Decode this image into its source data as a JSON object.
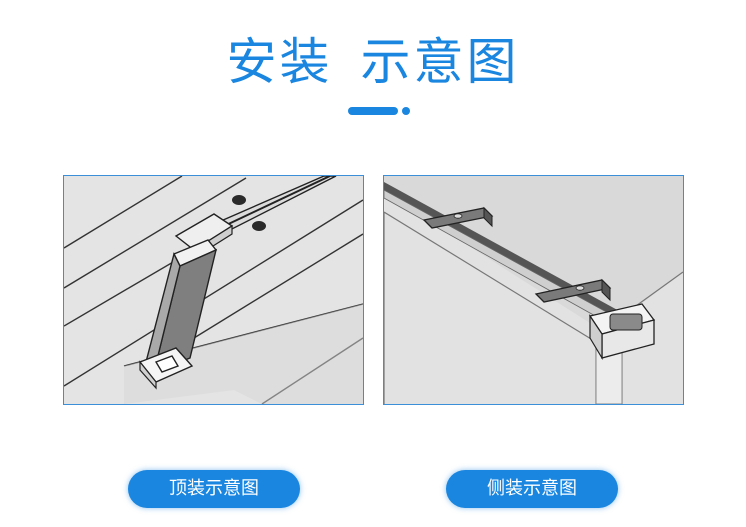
{
  "title": {
    "part1": "安装",
    "part2": "示意图"
  },
  "panels": [
    {
      "caption": "顶装示意图"
    },
    {
      "caption": "侧装示意图"
    }
  ],
  "colors": {
    "accent": "#1a86e0",
    "panel_bg": "#e6e6e6",
    "panel_border": "#3b8fd9"
  }
}
